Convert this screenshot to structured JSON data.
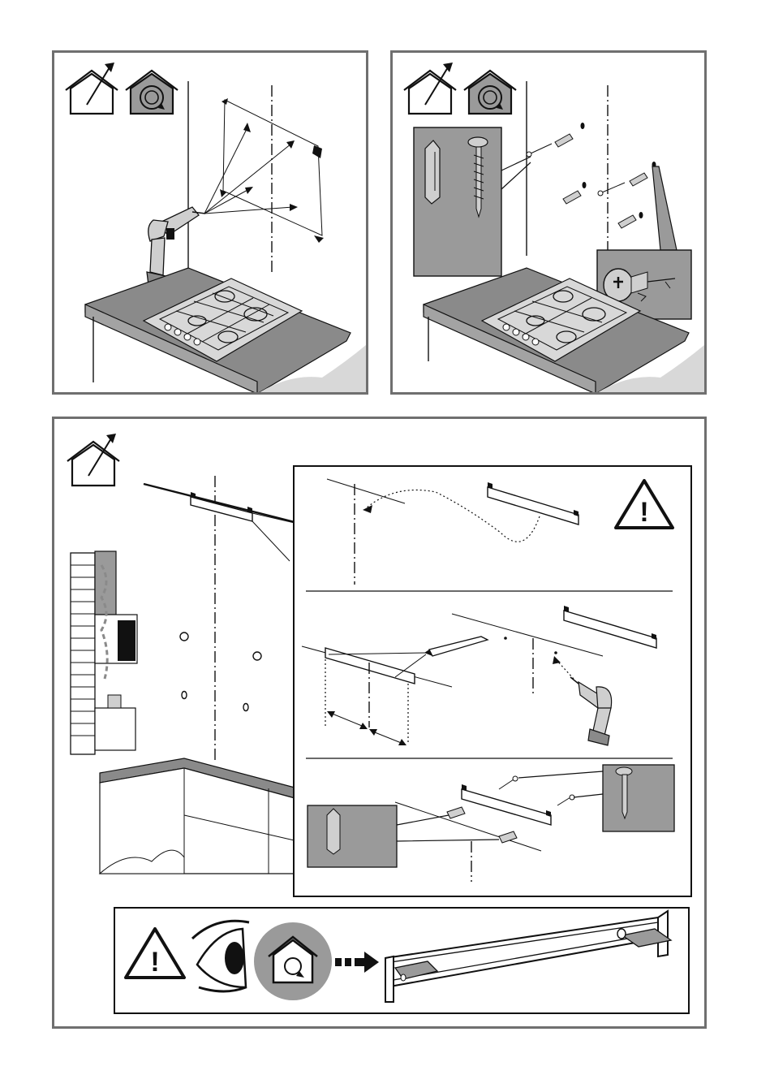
{
  "page": {
    "title": "",
    "steps": [
      {
        "id": "step-1",
        "icons": [
          "ducted-mode-icon",
          "recirculation-mode-icon"
        ]
      },
      {
        "id": "step-2",
        "icons": [
          "ducted-mode-icon",
          "recirculation-mode-icon"
        ]
      },
      {
        "id": "step-3",
        "icons": [
          "ducted-mode-icon"
        ]
      },
      {
        "id": "step-4",
        "icons": [
          "warning-icon",
          "eye-icon",
          "recirculation-mode-icon"
        ]
      }
    ]
  },
  "colors": {
    "panel_border": "#6f6f6f",
    "grey_fill": "#9a9a9a",
    "light_grey": "#cfcfcf",
    "ink": "#111111",
    "background": "#ffffff"
  },
  "warning": {
    "glyph": "!"
  }
}
